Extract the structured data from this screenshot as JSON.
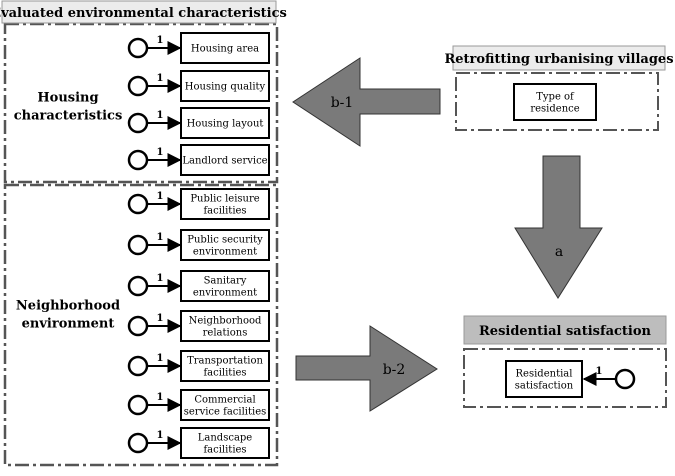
{
  "left_panel": {
    "title": "Evaluated environmental characteristics",
    "housing_group": {
      "label_lines": [
        "Housing",
        "characteristics"
      ],
      "items": [
        {
          "lines": [
            "Housing area"
          ],
          "weight": "1"
        },
        {
          "lines": [
            "Housing quality"
          ],
          "weight": "1"
        },
        {
          "lines": [
            "Housing layout"
          ],
          "weight": "1"
        },
        {
          "lines": [
            "Landlord service"
          ],
          "weight": "1"
        }
      ]
    },
    "neighborhood_group": {
      "label_lines": [
        "Neighborhood",
        "environment"
      ],
      "items": [
        {
          "lines": [
            "Public leisure",
            "facilities"
          ],
          "weight": "1"
        },
        {
          "lines": [
            "Public security",
            "environment"
          ],
          "weight": "1"
        },
        {
          "lines": [
            "Sanitary",
            "environment"
          ],
          "weight": "1"
        },
        {
          "lines": [
            "Neighborhood",
            "relations"
          ],
          "weight": "1"
        },
        {
          "lines": [
            "Transportation",
            "facilities"
          ],
          "weight": "1"
        },
        {
          "lines": [
            "Commercial",
            "service facilities"
          ],
          "weight": "1"
        },
        {
          "lines": [
            "Landscape",
            "facilities"
          ],
          "weight": "1"
        }
      ]
    }
  },
  "retrofit_panel": {
    "title": "Retrofitting urbanising villages",
    "item_lines": [
      "Type of",
      "residence"
    ]
  },
  "satisfaction_panel": {
    "title": "Residential satisfaction",
    "item_lines": [
      "Residential",
      "satisfaction"
    ],
    "weight": "1"
  },
  "arrows": {
    "b1": "b-1",
    "b2": "b-2",
    "a": "a"
  },
  "colors": {
    "arrow_fill": "#7a7a7a",
    "title_bar_fill": "#bdbdbd",
    "dash_border": "#555555",
    "stroke": "#000000"
  }
}
